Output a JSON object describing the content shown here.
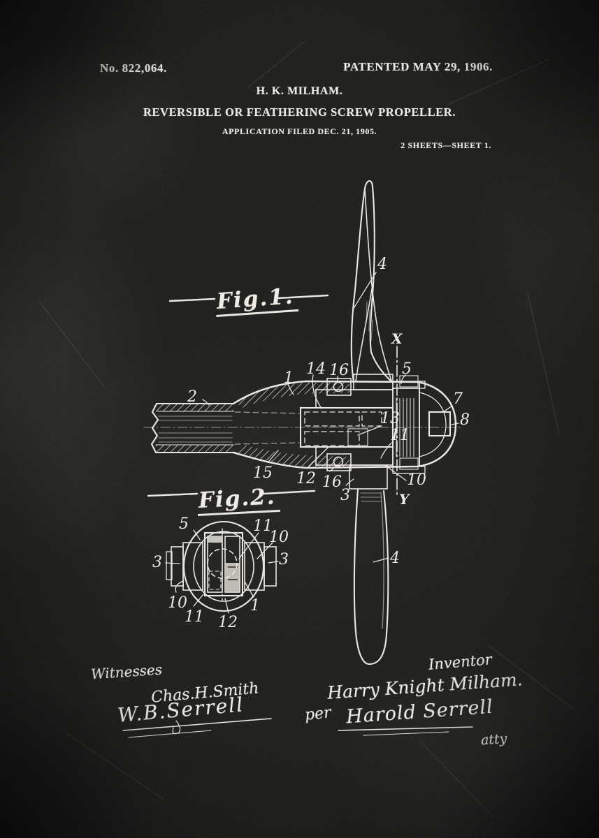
{
  "header": {
    "patent_number": "No. 822,064.",
    "patent_date": "PATENTED MAY 29, 1906.",
    "inventor_line": "H. K. MILHAM.",
    "title": "REVERSIBLE OR FEATHERING SCREW PROPELLER.",
    "application_line": "APPLICATION FILED DEC. 21, 1905.",
    "sheet_line": "2 SHEETS—SHEET 1."
  },
  "fig1": {
    "label": "Fig.1.",
    "callouts": {
      "c2": "2",
      "c1": "1",
      "c14": "14",
      "c16_top": "16",
      "c5": "5",
      "cx": "X",
      "c4_top": "4",
      "c7": "7",
      "c8": "8",
      "c13": "13",
      "c11": "11",
      "c15": "15",
      "c12": "12",
      "c16_bottom": "16",
      "c3": "3",
      "c10": "10",
      "cy": "Y",
      "c4_bottom": "4"
    }
  },
  "fig2": {
    "label": "Fig.2.",
    "callouts": {
      "c5": "5",
      "c11_top": "11",
      "c10_top": "10",
      "c3_left": "3",
      "c3_right": "3",
      "c10_bottom": "10",
      "c11_bottom": "11",
      "c12": "12",
      "c1": "1"
    }
  },
  "signatures": {
    "witnesses_label": "Witnesses",
    "witness_1": "Chas.H.Smith",
    "witness_2": "W.B.Serrell",
    "inventor_label": "Inventor",
    "inventor_name": "Harry Knight Milham.",
    "per_label": "per",
    "attorney_name": "Harold Serrell",
    "attorney_title": "atty"
  },
  "colors": {
    "background": "#1e1e1c",
    "chalk": "#e9e7e0"
  }
}
